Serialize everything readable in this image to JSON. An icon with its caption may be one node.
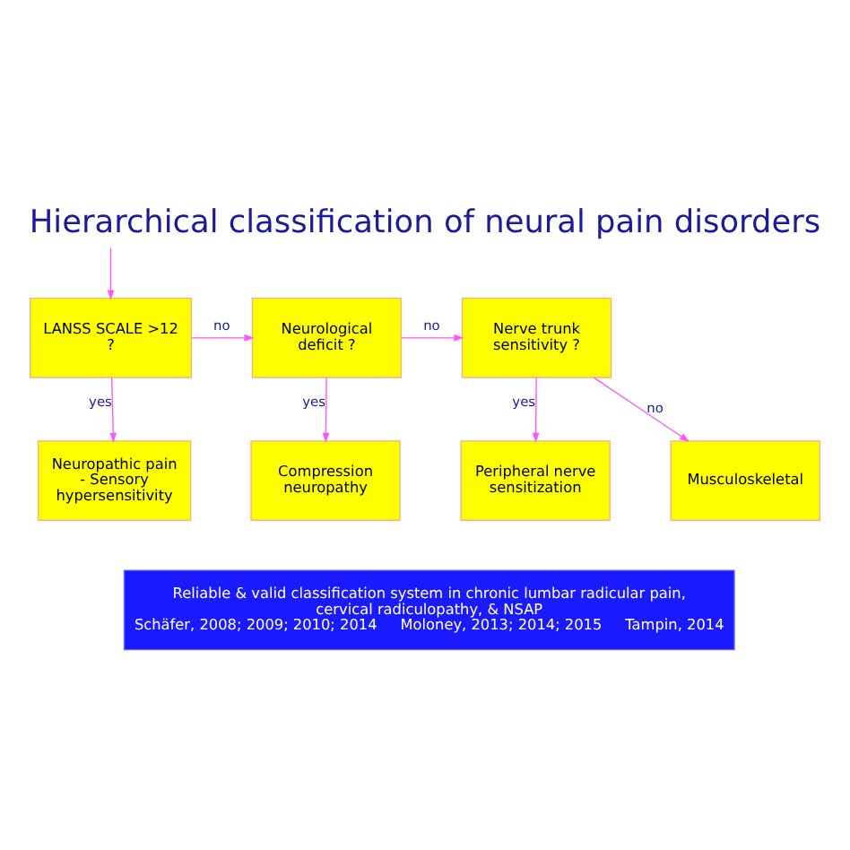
{
  "diagram": {
    "title": "Hierarchical classification of neural pain disorders",
    "nodes": [
      {
        "text": [
          "LANSS SCALE >12 ?"
        ]
      },
      {
        "text": [
          "Neurological deficit ?"
        ]
      },
      {
        "text": [
          "Nerve trunk sensitivity ?"
        ]
      },
      {
        "text": [
          "Neuropathic pain - Sensory hypersensitivity"
        ]
      },
      {
        "text": [
          "Compression neuropathy"
        ]
      },
      {
        "text": [
          "Peripheral nerve sensitization"
        ]
      },
      {
        "text": [
          "Musculoskeletal"
        ]
      },
      {
        "text": [
          "Reliable & valid classification system in chronic lumbar radicular pain, cervical radiculopathy, & NSAP",
          "Schäfer, 2008; 2009; 2010; 2014",
          "Moloney, 2013; 2014; 2015",
          "Tampin, 2014"
        ]
      }
    ],
    "edges": [
      {
        "from": null,
        "to": 0,
        "arrow": "to"
      },
      {
        "from": 0,
        "to": 1,
        "label": "no",
        "arrow": "to"
      },
      {
        "from": 1,
        "to": 2,
        "label": "no",
        "arrow": "to"
      },
      {
        "from": 2,
        "to": 6,
        "label": "no",
        "arrow": "to"
      },
      {
        "from": 0,
        "to": 3,
        "label": "yes",
        "arrow": "to"
      },
      {
        "from": 1,
        "to": 4,
        "label": "yes",
        "arrow": "to"
      },
      {
        "from": 2,
        "to": 5,
        "label": "yes",
        "arrow": "to"
      }
    ]
  }
}
